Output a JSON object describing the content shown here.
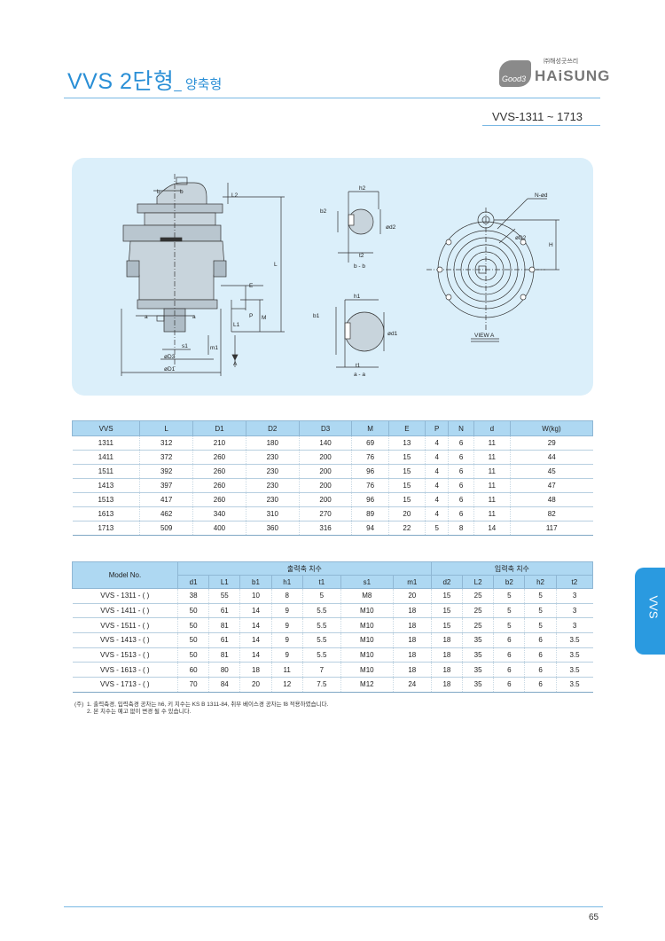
{
  "header": {
    "title_main": "VVS 2단형",
    "title_sub": "_ 양축형",
    "logo_corp": "㈜해성굿쓰리",
    "logo_brand": "HAiSUNG",
    "logo_badge": "Good3",
    "model_range": "VVS-1311 ~ 1713"
  },
  "drawing": {
    "labels": {
      "b": "b",
      "L2": "L2",
      "L": "L",
      "E": "E",
      "P": "P",
      "M": "M",
      "L1": "L1",
      "a": "a",
      "s1": "s1",
      "m1": "m1",
      "D3": "øD3",
      "D1": "øD1",
      "A": "A",
      "h2": "h2",
      "b2": "b2",
      "d2": "ød2",
      "t2": "t2",
      "bb": "b - b",
      "h1": "h1",
      "b1": "b1",
      "d1": "ød1",
      "t1": "t1",
      "aa": "a - a",
      "Nd": "N-ød",
      "D2": "øD2",
      "H": "H",
      "viewA": "VIEW A"
    }
  },
  "table1": {
    "headers": [
      "VVS",
      "L",
      "D1",
      "D2",
      "D3",
      "M",
      "E",
      "P",
      "N",
      "d",
      "W(kg)"
    ],
    "rows": [
      [
        "1311",
        "312",
        "210",
        "180",
        "140",
        "69",
        "13",
        "4",
        "6",
        "11",
        "29"
      ],
      [
        "1411",
        "372",
        "260",
        "230",
        "200",
        "76",
        "15",
        "4",
        "6",
        "11",
        "44"
      ],
      [
        "1511",
        "392",
        "260",
        "230",
        "200",
        "96",
        "15",
        "4",
        "6",
        "11",
        "45"
      ],
      [
        "1413",
        "397",
        "260",
        "230",
        "200",
        "76",
        "15",
        "4",
        "6",
        "11",
        "47"
      ],
      [
        "1513",
        "417",
        "260",
        "230",
        "200",
        "96",
        "15",
        "4",
        "6",
        "11",
        "48"
      ],
      [
        "1613",
        "462",
        "340",
        "310",
        "270",
        "89",
        "20",
        "4",
        "6",
        "11",
        "82"
      ],
      [
        "1713",
        "509",
        "400",
        "360",
        "316",
        "94",
        "22",
        "5",
        "8",
        "14",
        "117"
      ]
    ]
  },
  "table2": {
    "model_header": "Model No.",
    "group_output": "출력축 치수",
    "group_input": "입력축 치수",
    "sub_headers": [
      "d1",
      "L1",
      "b1",
      "h1",
      "t1",
      "s1",
      "m1",
      "d2",
      "L2",
      "b2",
      "h2",
      "t2"
    ],
    "rows": [
      [
        "VVS - 1311 - (   )",
        "38",
        "55",
        "10",
        "8",
        "5",
        "M8",
        "20",
        "15",
        "25",
        "5",
        "5",
        "3"
      ],
      [
        "VVS - 1411 - (   )",
        "50",
        "61",
        "14",
        "9",
        "5.5",
        "M10",
        "18",
        "15",
        "25",
        "5",
        "5",
        "3"
      ],
      [
        "VVS - 1511 - (   )",
        "50",
        "81",
        "14",
        "9",
        "5.5",
        "M10",
        "18",
        "15",
        "25",
        "5",
        "5",
        "3"
      ],
      [
        "VVS - 1413 - (   )",
        "50",
        "61",
        "14",
        "9",
        "5.5",
        "M10",
        "18",
        "18",
        "35",
        "6",
        "6",
        "3.5"
      ],
      [
        "VVS - 1513 - (   )",
        "50",
        "81",
        "14",
        "9",
        "5.5",
        "M10",
        "18",
        "18",
        "35",
        "6",
        "6",
        "3.5"
      ],
      [
        "VVS - 1613 - (   )",
        "60",
        "80",
        "18",
        "11",
        "7",
        "M10",
        "18",
        "18",
        "35",
        "6",
        "6",
        "3.5"
      ],
      [
        "VVS - 1713 - (   )",
        "70",
        "84",
        "20",
        "12",
        "7.5",
        "M12",
        "24",
        "18",
        "35",
        "6",
        "6",
        "3.5"
      ]
    ]
  },
  "notes": {
    "prefix": "(주)",
    "line1": "1. 출력축경, 입력축경 공차는 h6, 키 치수는 KS B 1311-84, 취부 베이스경 공차는 f8 적용하였습니다.",
    "line2": "2. 본 치수는 예고 없이 변경 될 수 있습니다."
  },
  "side_tab": "VVS",
  "page_number": "65"
}
